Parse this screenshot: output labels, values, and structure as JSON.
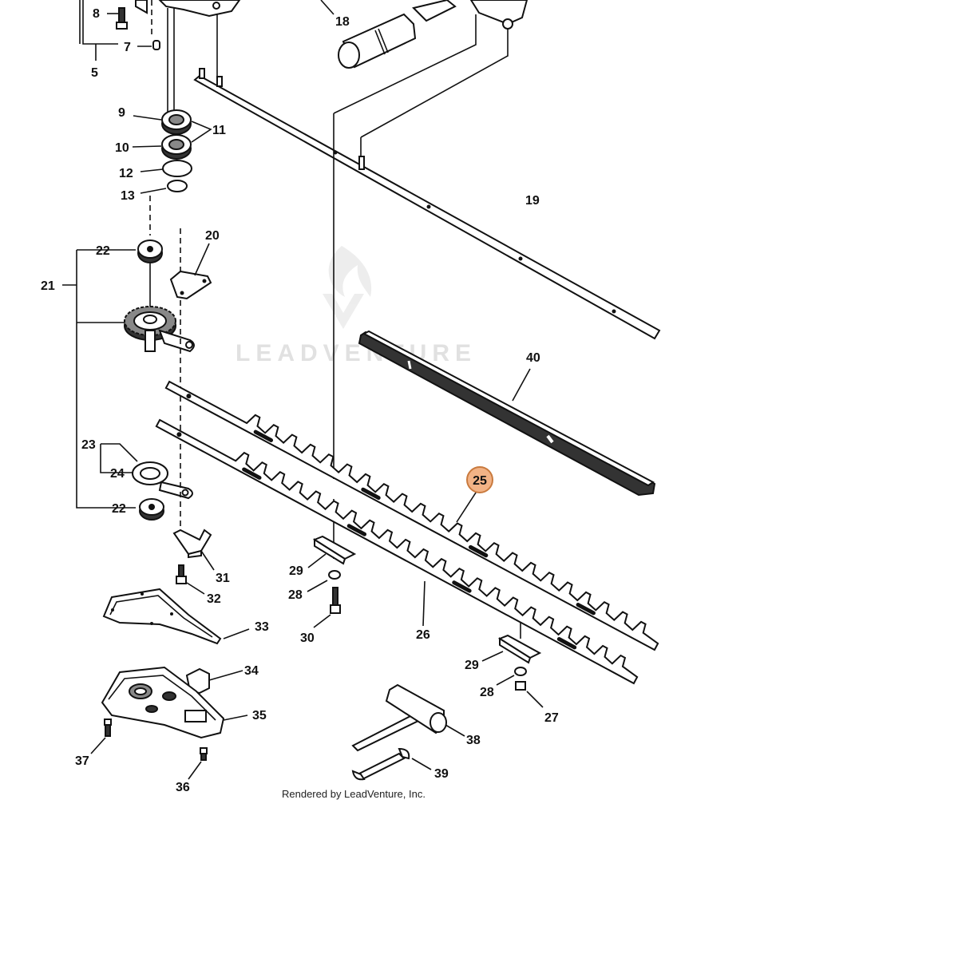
{
  "watermark": {
    "text": "LEADVENTURE"
  },
  "credit": {
    "text": "Rendered by LeadVenture, Inc."
  },
  "highlight": {
    "label": "25",
    "color": "#f2b386",
    "stroke": "#c97a3e",
    "text_color": "#7a3d10"
  },
  "labels": {
    "p5": "5",
    "p7": "7",
    "p8": "8",
    "p9": "9",
    "p10": "10",
    "p11": "11",
    "p12": "12",
    "p13": "13",
    "p18": "18",
    "p19": "19",
    "p20": "20",
    "p21": "21",
    "p22a": "22",
    "p22b": "22",
    "p23": "23",
    "p24": "24",
    "p26": "26",
    "p27": "27",
    "p28a": "28",
    "p28b": "28",
    "p29a": "29",
    "p29b": "29",
    "p30": "30",
    "p31": "31",
    "p32": "32",
    "p33": "33",
    "p34": "34",
    "p35": "35",
    "p36": "36",
    "p37": "37",
    "p38": "38",
    "p39": "39",
    "p40": "40"
  }
}
